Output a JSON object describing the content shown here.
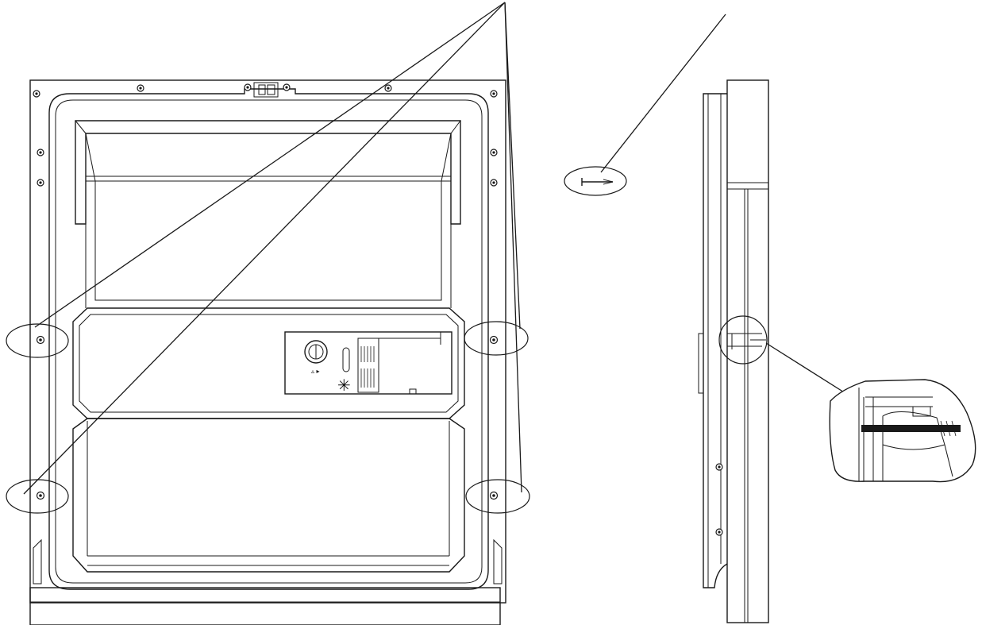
{
  "diagram": {
    "type": "assembly-installation-drawing",
    "description_labels": [],
    "cropped_label_fragment": "",
    "views": [
      "front-view-door-panel",
      "side-view-door-panel",
      "screw-detail-magnified"
    ],
    "callout_count": 5,
    "screw_symbol_icon": "screw-icon"
  }
}
